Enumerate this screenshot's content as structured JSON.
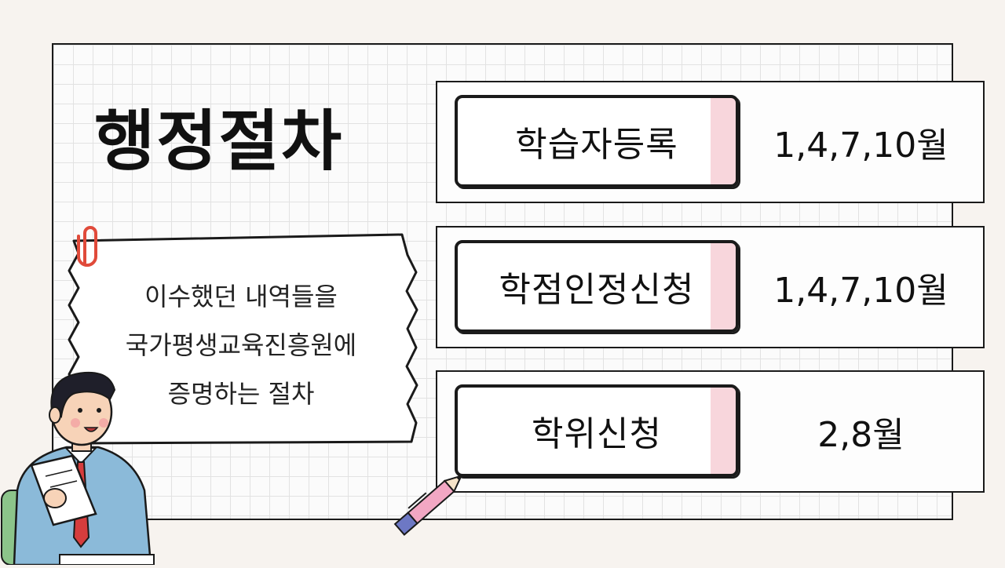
{
  "title": "행정절차",
  "description": {
    "lines": [
      "이수했던 내역들을",
      "국가평생교육진흥원에",
      "증명하는 절차"
    ]
  },
  "steps": [
    {
      "label": "학습자등록",
      "months": "1,4,7,10월"
    },
    {
      "label": "학점인정신청",
      "months": "1,4,7,10월"
    },
    {
      "label": "학위신청",
      "months": "2,8월"
    }
  ],
  "colors": {
    "accent_pink": "#f8d6dc",
    "outline": "#1a1a1a",
    "clip_red": "#e04a3a"
  },
  "icons": {
    "clip": "paperclip-icon",
    "pen": "pen-icon",
    "character": "person-illustration"
  }
}
